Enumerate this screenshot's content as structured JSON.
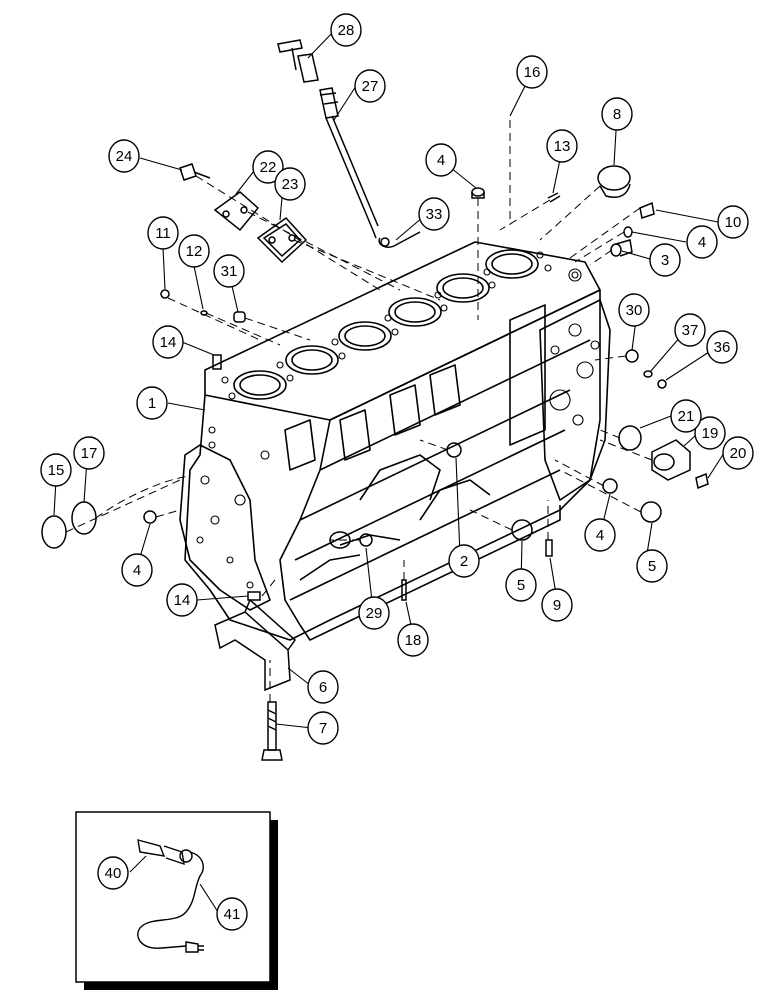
{
  "callouts": [
    {
      "id": "c1",
      "text": "1"
    },
    {
      "id": "c2",
      "text": "2"
    },
    {
      "id": "c3",
      "text": "3"
    },
    {
      "id": "c4a",
      "text": "4"
    },
    {
      "id": "c4b",
      "text": "4"
    },
    {
      "id": "c4c",
      "text": "4"
    },
    {
      "id": "c4d",
      "text": "4"
    },
    {
      "id": "c5a",
      "text": "5"
    },
    {
      "id": "c5b",
      "text": "5"
    },
    {
      "id": "c6",
      "text": "6"
    },
    {
      "id": "c7",
      "text": "7"
    },
    {
      "id": "c8",
      "text": "8"
    },
    {
      "id": "c9",
      "text": "9"
    },
    {
      "id": "c10",
      "text": "10"
    },
    {
      "id": "c11",
      "text": "11"
    },
    {
      "id": "c12",
      "text": "12"
    },
    {
      "id": "c13",
      "text": "13"
    },
    {
      "id": "c14a",
      "text": "14"
    },
    {
      "id": "c14b",
      "text": "14"
    },
    {
      "id": "c15",
      "text": "15"
    },
    {
      "id": "c16",
      "text": "16"
    },
    {
      "id": "c17",
      "text": "17"
    },
    {
      "id": "c18",
      "text": "18"
    },
    {
      "id": "c19",
      "text": "19"
    },
    {
      "id": "c20",
      "text": "20"
    },
    {
      "id": "c21",
      "text": "21"
    },
    {
      "id": "c22",
      "text": "22"
    },
    {
      "id": "c23",
      "text": "23"
    },
    {
      "id": "c24",
      "text": "24"
    },
    {
      "id": "c27",
      "text": "27"
    },
    {
      "id": "c28",
      "text": "28"
    },
    {
      "id": "c29",
      "text": "29"
    },
    {
      "id": "c30",
      "text": "30"
    },
    {
      "id": "c31",
      "text": "31"
    },
    {
      "id": "c33",
      "text": "33"
    },
    {
      "id": "c36",
      "text": "36"
    },
    {
      "id": "c37",
      "text": "37"
    },
    {
      "id": "c40",
      "text": "40"
    },
    {
      "id": "c41",
      "text": "41"
    }
  ],
  "colors": {
    "line": "#000000",
    "background": "#ffffff",
    "inset_shadow": "#000000"
  }
}
